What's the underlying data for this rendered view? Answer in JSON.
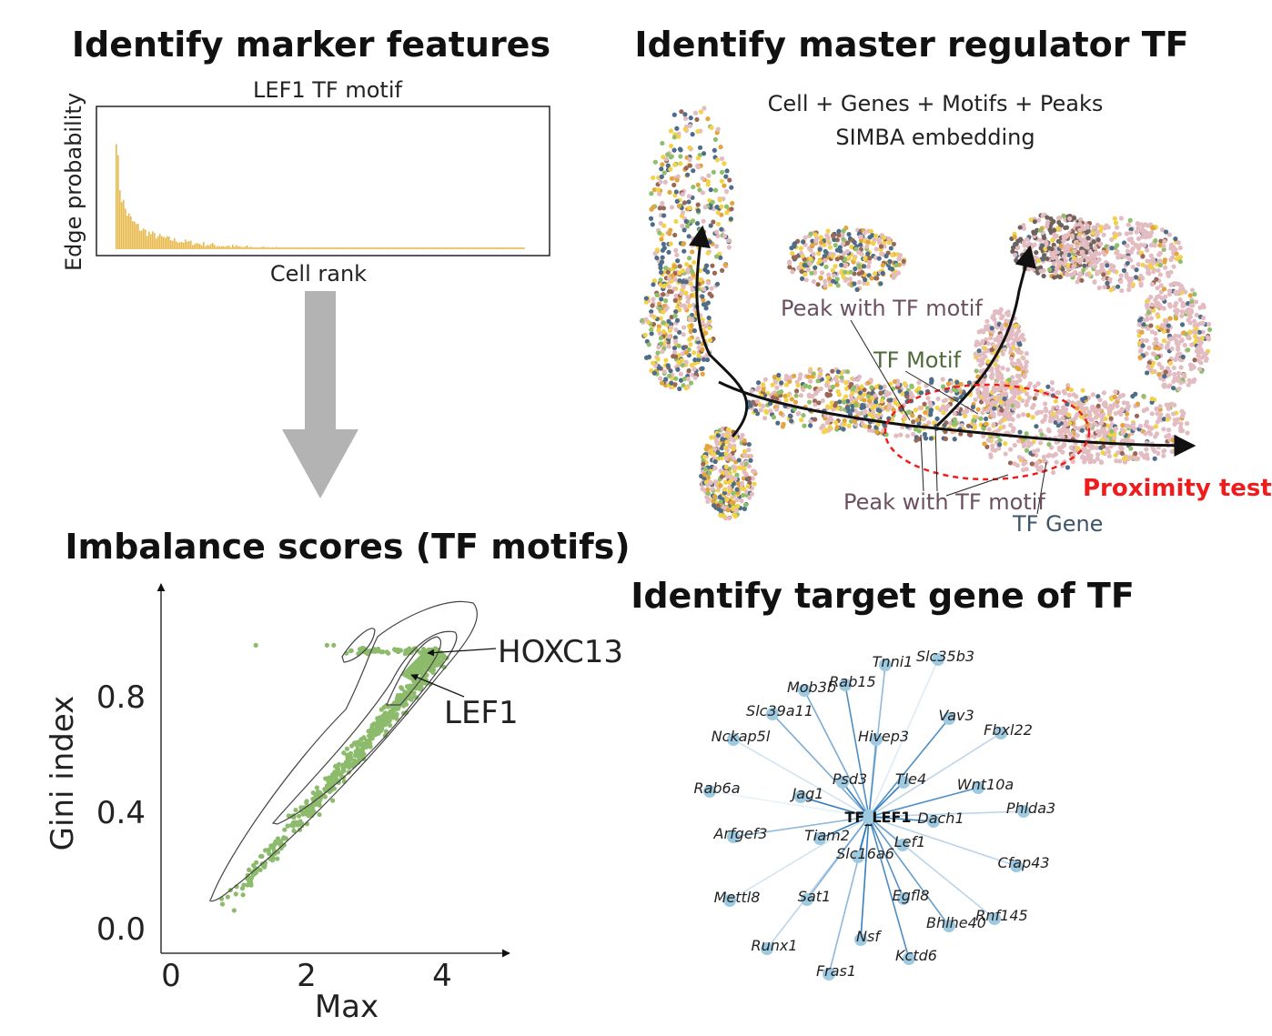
{
  "panel_a": {
    "title": "Identify marker features",
    "chart_title": "LEF1 TF motif",
    "ylabel": "Edge probability",
    "xlabel": "Cell rank",
    "bar_color": "#e8b84a"
  },
  "panel_b": {
    "title": "Imbalance scores (TF motifs)",
    "xlabel": "Max",
    "ylabel": "Gini index",
    "xticks": [
      "0",
      "2",
      "4"
    ],
    "yticks": [
      "0.0",
      "0.4",
      "0.8"
    ],
    "annotations": [
      "HOXC13",
      "LEF1"
    ],
    "point_color": "#8dbb6c"
  },
  "panel_c": {
    "title": "Identify master regulator TF",
    "subtitle_line1": "Cell + Genes + Motifs + Peaks",
    "subtitle_line2": "SIMBA embedding",
    "labels": {
      "peak_top": "Peak with TF motif",
      "tf_motif": "TF Motif",
      "peak_bottom": "Peak with TF motif",
      "tf_gene": "TF Gene",
      "proximity": "Proximity test"
    },
    "colors": {
      "pink": "#e3bcc2",
      "yellow": "#f3d24a",
      "orange": "#e3a53c",
      "slate": "#4e6d88",
      "green": "#8fbf6a",
      "brown": "#9a6656",
      "red": "#ee1c1c"
    }
  },
  "panel_d": {
    "title": "Identify target gene of TF",
    "center": "TF_LEF1",
    "genes": [
      "Tnni1",
      "Slc35b3",
      "Rab15",
      "Mob3b",
      "Slc39a11",
      "Nckap5l",
      "Hivep3",
      "Vav3",
      "Fbxl22",
      "Psd3",
      "Tle4",
      "Wnt10a",
      "Rab6a",
      "Jag1",
      "Phlda3",
      "Dach1",
      "Arfgef3",
      "Tiam2",
      "Lef1",
      "Slc16a6",
      "Cfap43",
      "Mettl8",
      "Sat1",
      "Egfl8",
      "Rnf145",
      "Bhlhe40",
      "Nsf",
      "Runx1",
      "Kctd6",
      "Fras1"
    ],
    "node_color": "#9ecae1",
    "edge_color": "#2171b5"
  }
}
